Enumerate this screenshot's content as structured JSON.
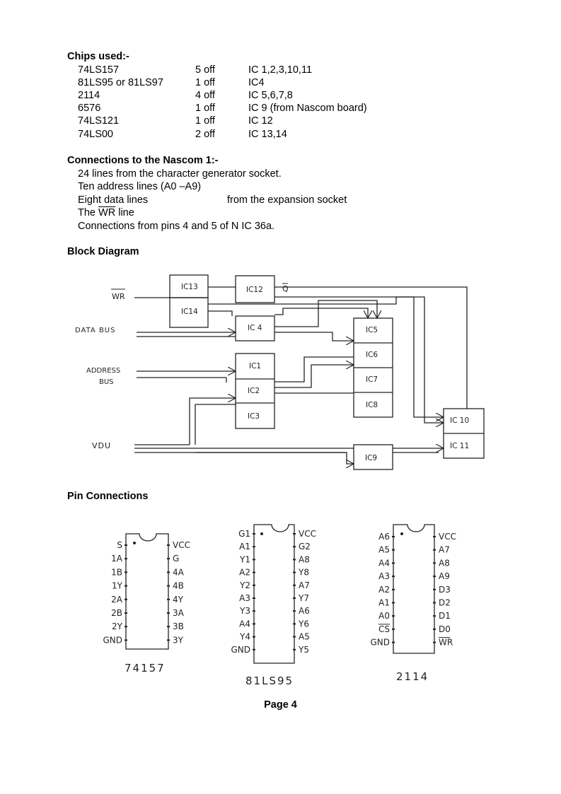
{
  "chips": {
    "heading": "Chips used:-",
    "rows": [
      {
        "part": "74LS157",
        "qty": "5 off",
        "ic": "IC 1,2,3,10,11"
      },
      {
        "part": "81LS95 or 81LS97",
        "qty": "1 off",
        "ic": "IC4"
      },
      {
        "part": "2114",
        "qty": "4 off",
        "ic": "IC 5,6,7,8"
      },
      {
        "part": "6576",
        "qty": "1 off",
        "ic": "IC 9 (from Nascom board)"
      },
      {
        "part": "74LS121",
        "qty": "1 off",
        "ic": "IC 12"
      },
      {
        "part": "74LS00",
        "qty": "2 off",
        "ic": "IC 13,14"
      }
    ]
  },
  "connections": {
    "heading": "Connections to the Nascom 1:-",
    "line1": "24 lines from the character generator socket.",
    "line2": "Ten address lines (A0 –A9)",
    "line3": "Eight data lines",
    "line3_note": "from the expansion socket",
    "line4_pre": "The ",
    "line4_ov": "WR",
    "line4_post": " line",
    "line5": "Connections from pins 4 and 5 of N IC 36a."
  },
  "block_diagram": {
    "heading": "Block Diagram",
    "inputs": {
      "wr": "WR",
      "data_bus": "DATA BUS",
      "address_bus_1": "ADDRESS",
      "address_bus_2": "BUS",
      "vdu": "VDU"
    },
    "chips": {
      "ic13": "IC13",
      "ic14": "IC14",
      "ic12": "IC12",
      "q": "Q",
      "ic4": "IC 4",
      "ic1": "IC1",
      "ic2": "IC2",
      "ic3": "IC3",
      "ic5": "IC5",
      "ic6": "IC6",
      "ic7": "IC7",
      "ic8": "IC8",
      "ic9": "IC9",
      "ic10": "IC 10",
      "ic11": "IC 11"
    }
  },
  "pin_connections": {
    "heading": "Pin Connections",
    "c74157": {
      "name": "74157",
      "left": [
        "S",
        "1A",
        "1B",
        "1Y",
        "2A",
        "2B",
        "2Y",
        "GND"
      ],
      "right": [
        "VCC",
        "G",
        "4A",
        "4B",
        "4Y",
        "3A",
        "3B",
        "3Y"
      ]
    },
    "c81ls95": {
      "name": "81LS95",
      "left": [
        "G1",
        "A1",
        "Y1",
        "A2",
        "Y2",
        "A3",
        "Y3",
        "A4",
        "Y4",
        "GND"
      ],
      "right": [
        "VCC",
        "G2",
        "A8",
        "Y8",
        "A7",
        "Y7",
        "A6",
        "Y6",
        "A5",
        "Y5"
      ]
    },
    "c2114": {
      "name": "2114",
      "left": [
        "A6",
        "A5",
        "A4",
        "A3",
        "A2",
        "A1",
        "A0",
        "CS",
        "GND"
      ],
      "right": [
        "VCC",
        "A7",
        "A8",
        "A9",
        "D3",
        "D2",
        "D1",
        "D0",
        "WR"
      ]
    }
  },
  "footer": {
    "page": "Page 4"
  }
}
